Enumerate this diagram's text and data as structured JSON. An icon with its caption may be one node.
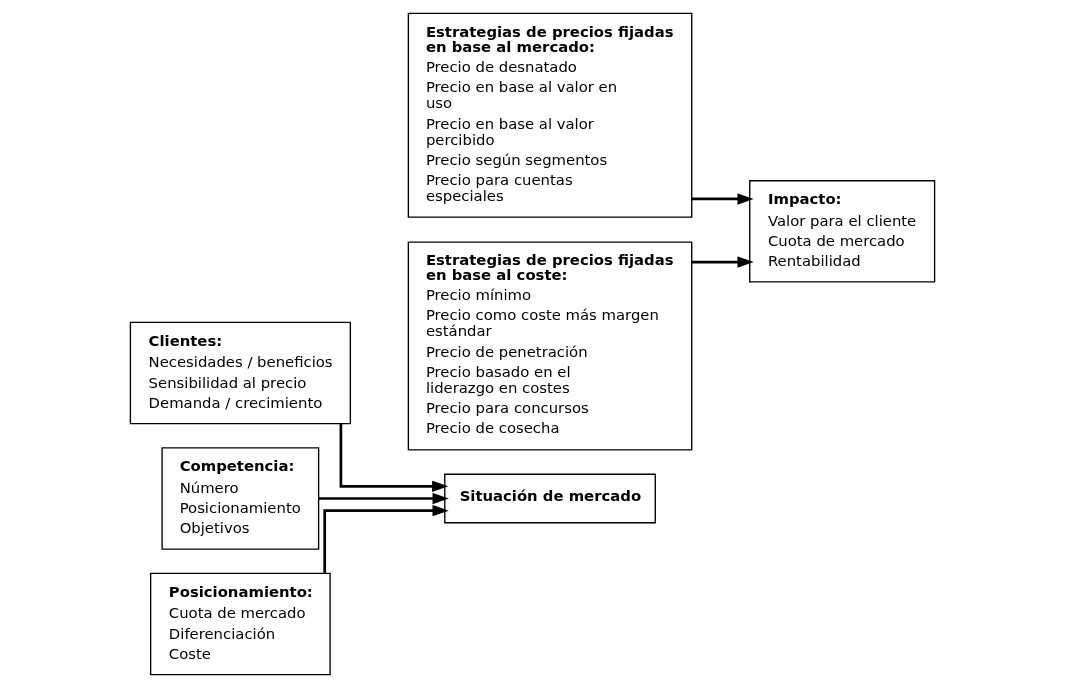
{
  "diagram": {
    "nodes": [
      {
        "text": [
          "Clientes:",
          "Necesidades / beneficios",
          "Sensibilidad al precio",
          "Demanda / crecimiento"
        ]
      },
      {
        "text": [
          "Competencia:",
          "Número",
          "Posicionamiento",
          "Objetivos"
        ]
      },
      {
        "text": [
          "Posicionamiento:",
          "Cuota de mercado",
          "Diferenciación",
          "Coste"
        ]
      },
      {
        "text": [
          "Situación de mercado"
        ]
      },
      {
        "text": [
          "Estrategias de precios fijadas en base al mercado:",
          "Precio de desnatado",
          "Precio en base al valor en uso",
          "Precio en base al valor percibido",
          "Precio según segmentos",
          "Precio para cuentas especiales"
        ]
      },
      {
        "text": [
          "Estrategias de precios fijadas en base al coste:",
          "Precio mínimo",
          "Precio como coste más margen estándar",
          "Precio de penetración",
          "Precio basado en el liderazgo en costes",
          "Precio para concursos",
          "Precio de cosecha"
        ]
      },
      {
        "text": [
          "Impacto:",
          "Valor para el cliente",
          "Cuota de mercado",
          "Rentabilidad"
        ]
      }
    ],
    "edges": [
      {
        "from": 0,
        "to": 3,
        "arrow": "to"
      },
      {
        "from": 1,
        "to": 3,
        "arrow": "to"
      },
      {
        "from": 2,
        "to": 3,
        "arrow": "to"
      },
      {
        "from": 4,
        "to": 6,
        "arrow": "to"
      },
      {
        "from": 5,
        "to": 6,
        "arrow": "to"
      }
    ]
  }
}
